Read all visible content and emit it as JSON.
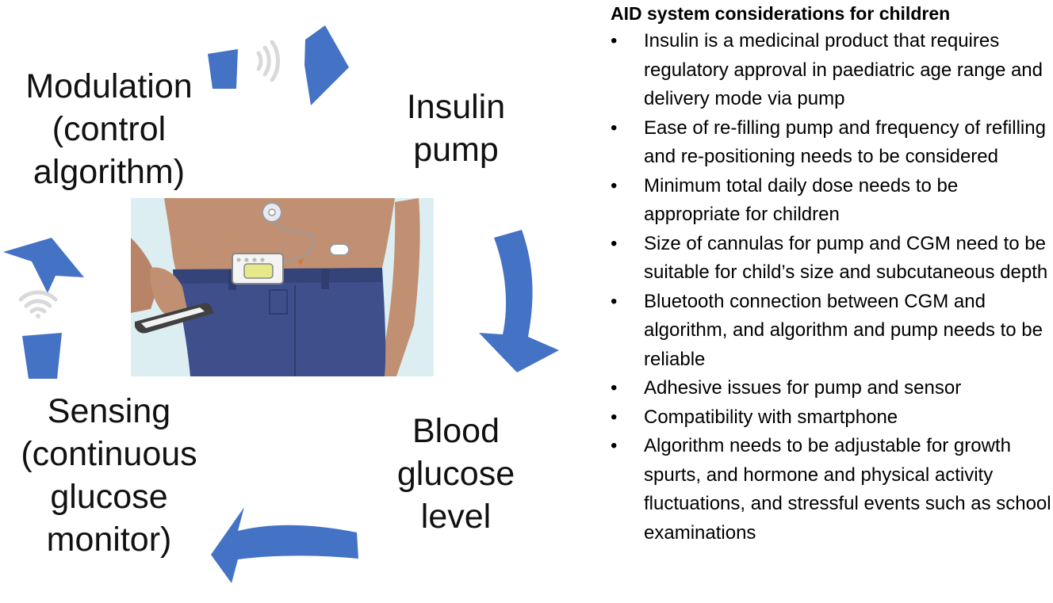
{
  "cycle": {
    "modulation": "Modulation\n(control\nalgorithm)",
    "insulin_pump": "Insulin\npump",
    "blood_glucose": "Blood\nglucose\nlevel",
    "sensing": "Sensing\n(continuous\nglucose\nmonitor)"
  },
  "colors": {
    "arrow": "#4472C4",
    "wireless": "#d9d9d9",
    "illustration_bg": "#dceef2",
    "jeans": "#3e4f8c",
    "skin": "#c19073"
  },
  "icons": [
    "wireless-signal-icon",
    "wifi-icon",
    "cycle-arrow-icon",
    "bullet-icon"
  ],
  "panel": {
    "title": "AID system considerations for children",
    "items": [
      "Insulin is a medicinal product that requires regulatory approval in paediatric age range and delivery mode via pump",
      "Ease of re-filling pump and frequency of refilling and re-positioning needs to be considered",
      "Minimum total daily dose needs to be appropriate for children",
      "Size of cannulas for pump and CGM need to be suitable for child’s size and subcutaneous depth",
      "Bluetooth connection between CGM and algorithm, and algorithm and pump needs to be reliable",
      "Adhesive issues for pump and sensor",
      "Compatibility with smartphone",
      "Algorithm needs to be adjustable for growth spurts, and hormone and physical activity fluctuations, and stressful events such as school examinations"
    ]
  }
}
